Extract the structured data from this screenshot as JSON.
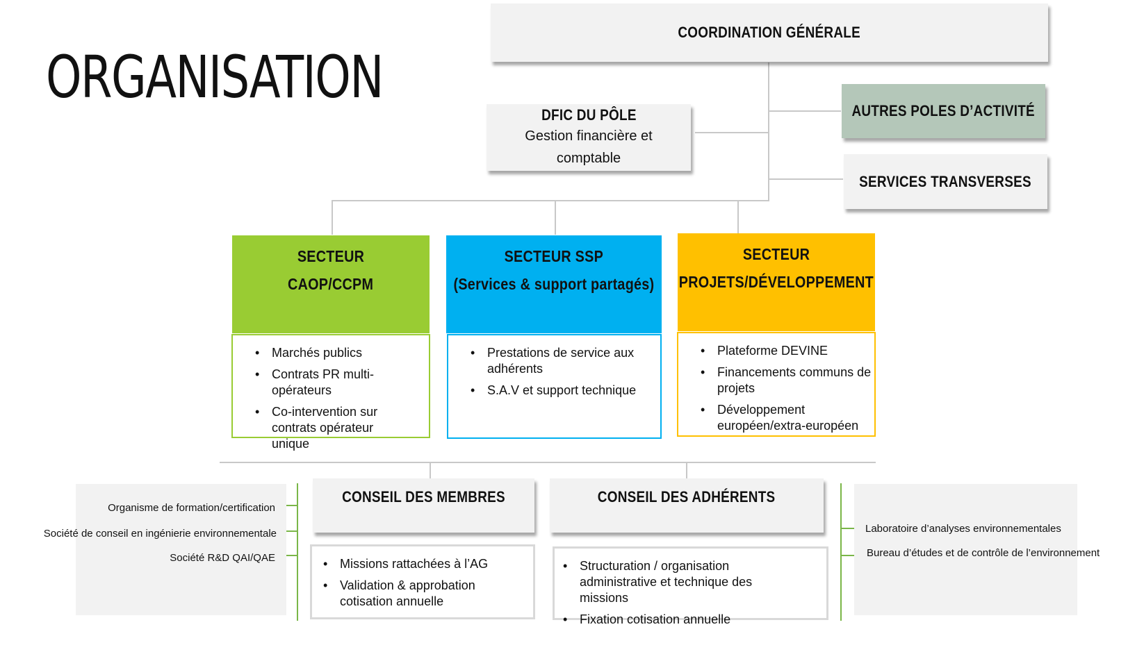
{
  "title": "ORGANISATION",
  "coordination": {
    "label": "COORDINATION GÉNÉRALE"
  },
  "dfic": {
    "title": "DFIC DU PÔLE",
    "subtitle_line1": "Gestion financière et",
    "subtitle_line2": "comptable"
  },
  "autres_poles": {
    "label": "AUTRES POLES D’ACTIVITÉ"
  },
  "services_transverses": {
    "label": "SERVICES TRANSVERSES"
  },
  "sectors": [
    {
      "line1": "SECTEUR",
      "line2": "CAOP/CCPM",
      "items": [
        "Marchés publics",
        "Contrats PR multi-opérateurs",
        "Co-intervention sur contrats opérateur unique"
      ]
    },
    {
      "line1": "SECTEUR SSP",
      "line2": "(Services & support partagés)",
      "items": [
        "Prestations de service aux adhérents",
        "S.A.V et support technique"
      ]
    },
    {
      "line1": "SECTEUR",
      "line2": "PROJETS/DÉVELOPPEMENT",
      "items": [
        "Plateforme DEVINE",
        "Financements communs de projets",
        "Développement européen/extra-européen"
      ]
    }
  ],
  "councils": [
    {
      "label": "CONSEIL DES MEMBRES",
      "items": [
        "Missions rattachées à l’AG",
        "Validation & approbation cotisation annuelle"
      ]
    },
    {
      "label": "CONSEIL DES ADHÉRENTS",
      "items": [
        "Structuration / organisation administrative et technique des missions",
        "Fixation cotisation annuelle"
      ]
    }
  ],
  "left_panel": {
    "items": [
      "Organisme de formation/certification",
      "Société de conseil en ingénierie environnementale",
      "Société R&D QAI/QAE"
    ]
  },
  "right_panel": {
    "items": [
      "Laboratoire d’analyses environnementales",
      "Bureau d’études et de contrôle de l’environnement"
    ]
  },
  "colors": {
    "sector1": "#99cc33",
    "sector2": "#00b0f0",
    "sector3": "#ffc000",
    "autres_poles": "#b4c7b9",
    "panel": "#f2f2f2",
    "connector": "#c8c8c8",
    "side_connector": "#7ab648"
  }
}
